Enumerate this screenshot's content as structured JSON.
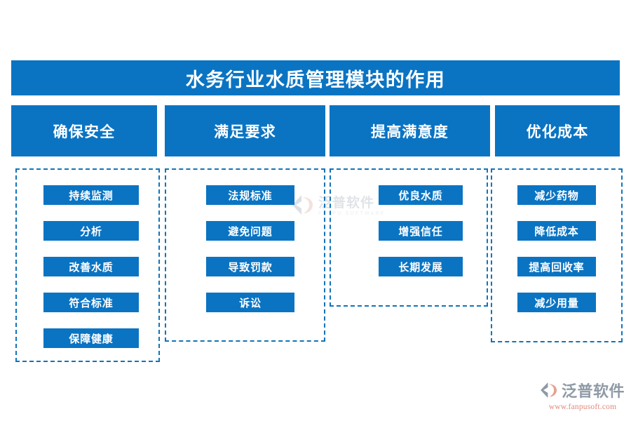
{
  "page": {
    "background": "#ffffff",
    "accent": "#0a74c3",
    "dashed_border_color": "#1274b8"
  },
  "title": {
    "text": "水务行业水质管理模块的作用"
  },
  "columns": [
    {
      "header": "确保安全",
      "items": [
        "持续监测",
        "分析",
        "改善水质",
        "符合标准",
        "保障健康"
      ]
    },
    {
      "header": "满足要求",
      "items": [
        "法规标准",
        "避免问题",
        "导致罚款",
        "诉讼"
      ]
    },
    {
      "header": "提高满意度",
      "items": [
        "优良水质",
        "增强信任",
        "长期发展"
      ]
    },
    {
      "header": "优化成本",
      "items": [
        "减少药物",
        "降低成本",
        "提高回收率",
        "减少用量"
      ]
    }
  ],
  "watermark_center": {
    "name": "泛普软件",
    "subtitle": "FANPU SOFTWARE"
  },
  "logo": {
    "name": "泛普软件",
    "url": "www.fanpusoft.com"
  }
}
